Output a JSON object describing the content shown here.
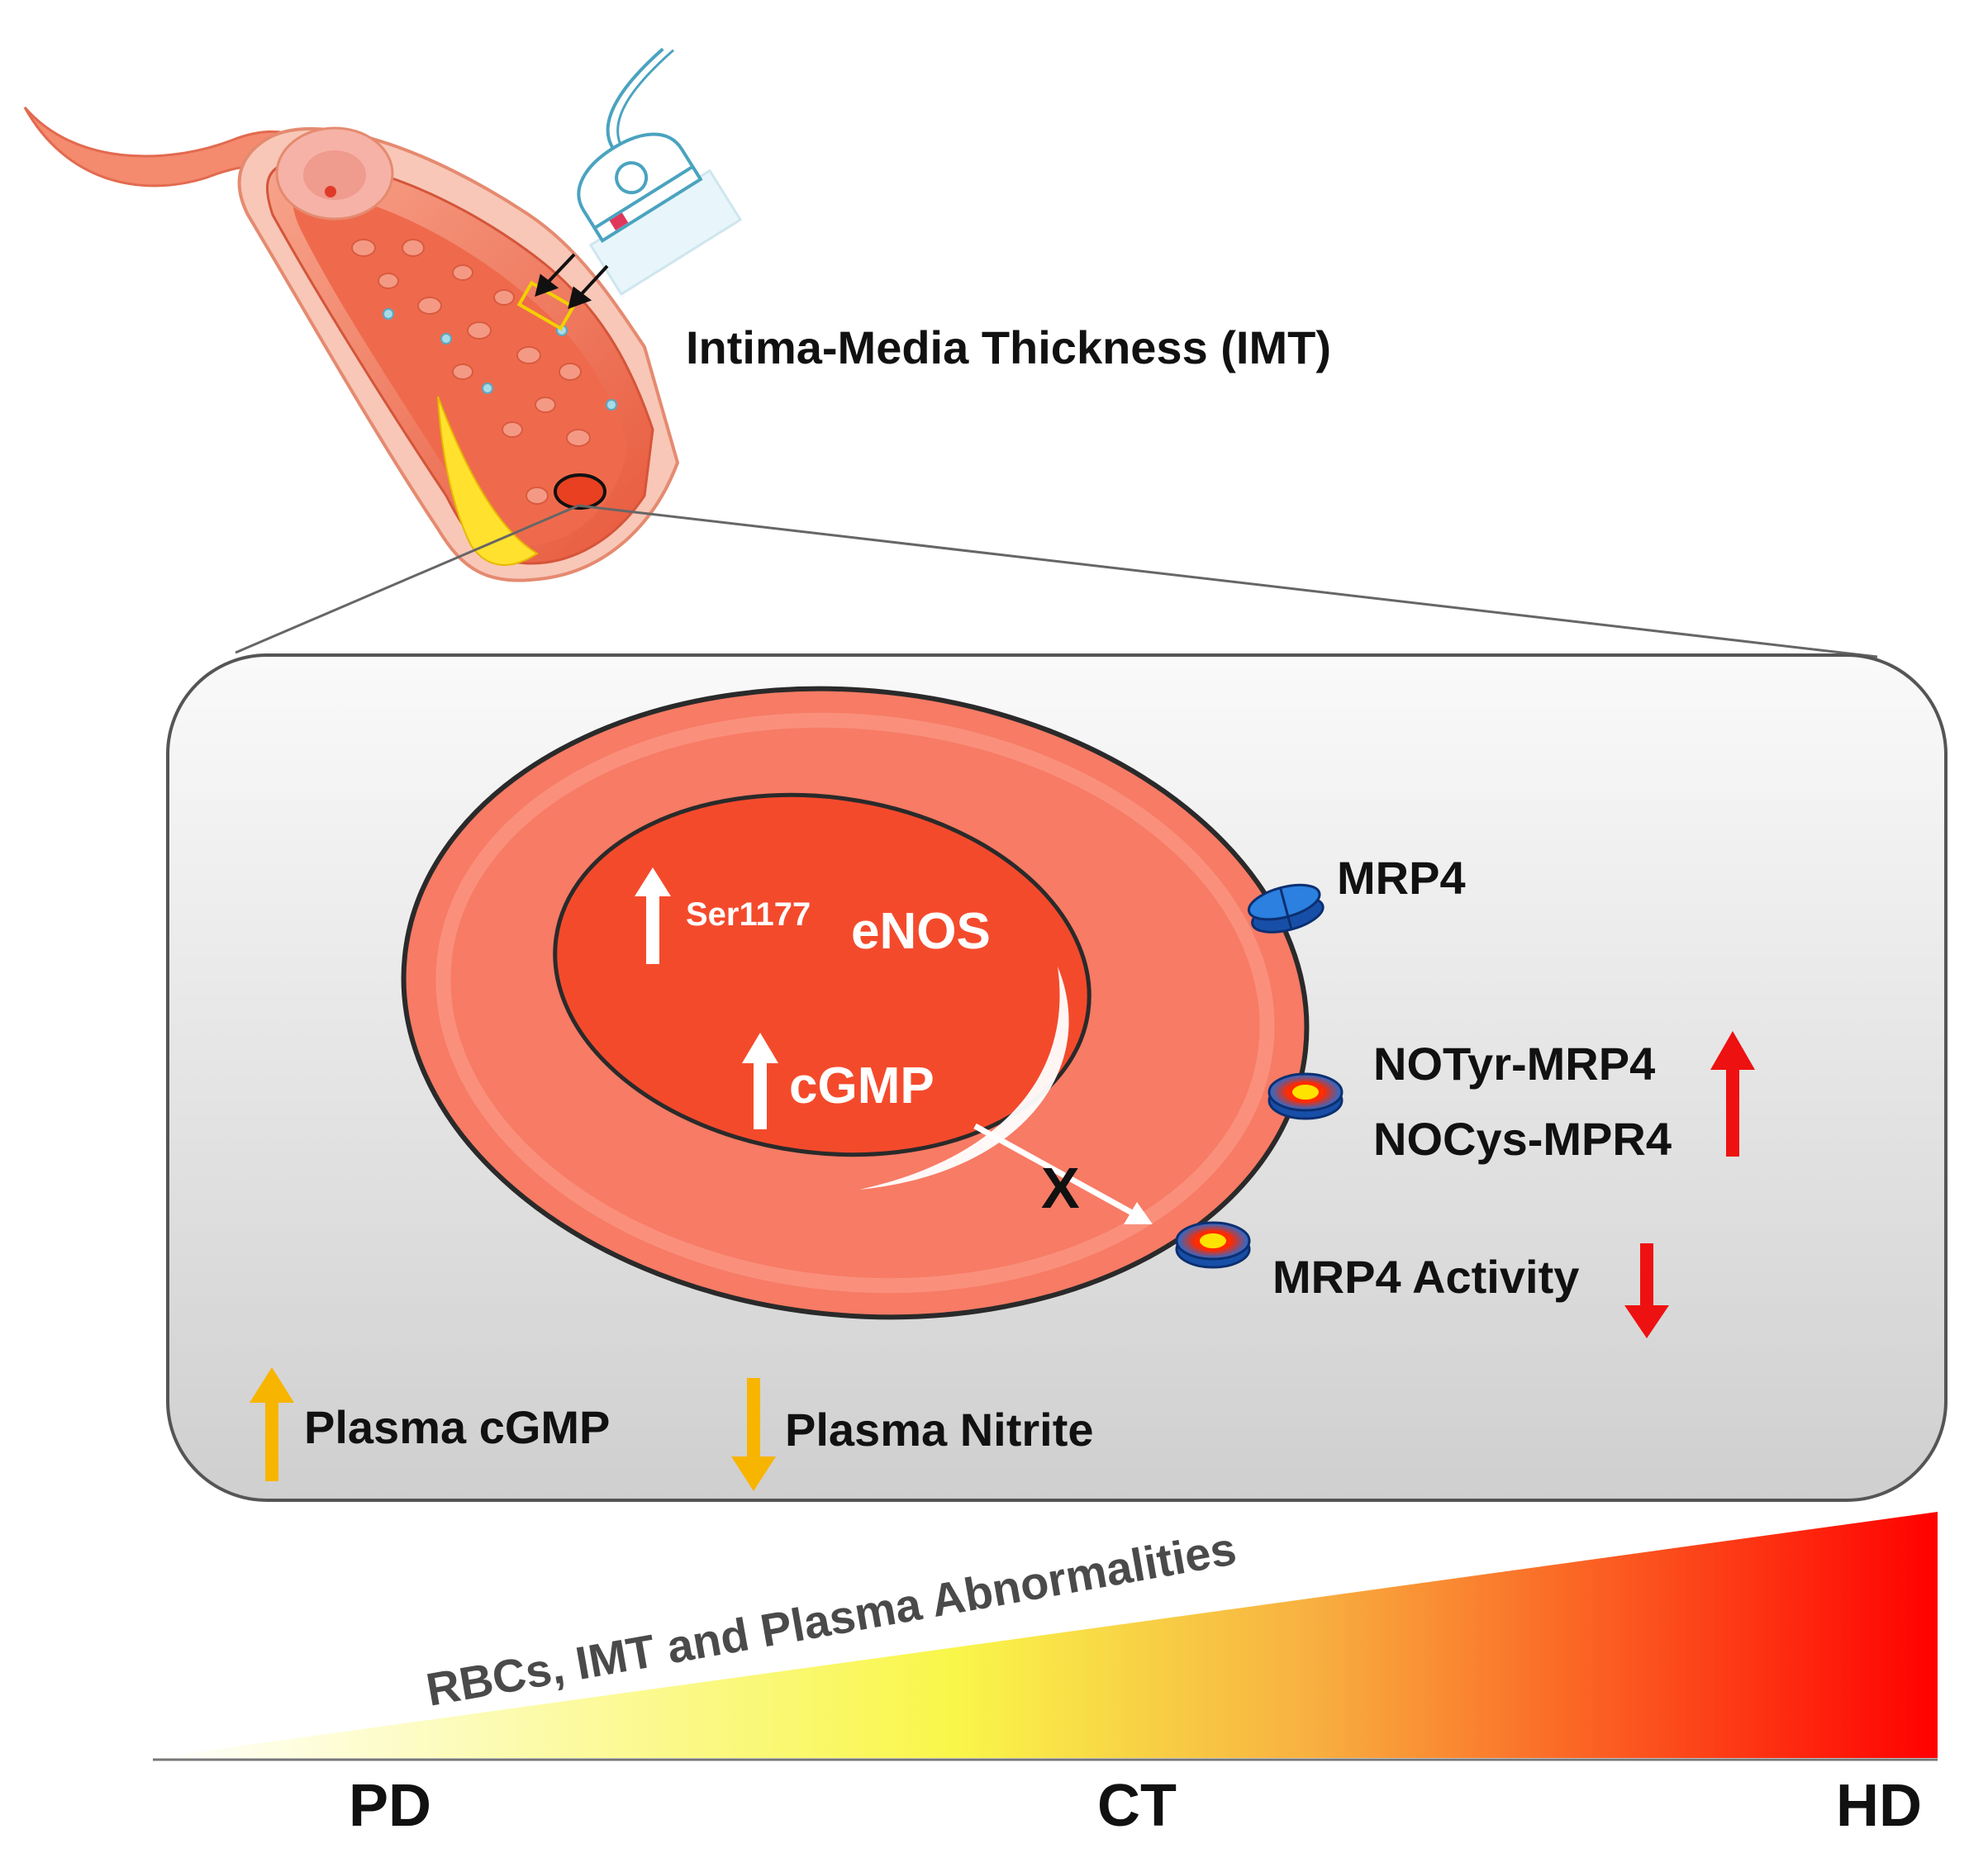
{
  "labels": {
    "imt": "Intima-Media Thickness (IMT)",
    "mrp4": "MRP4",
    "notyr": "NOTyr-MRP4",
    "nocys": "NOCys-MPR4",
    "mrp4_activity": "MRP4 Activity",
    "ser1177": "Ser1177",
    "enos": "eNOS",
    "cgmp": "cGMP",
    "block_x": "X",
    "plasma_cgmp": "Plasma cGMP",
    "plasma_nitrite": "Plasma Nitrite",
    "gradient": "RBCs, IMT and Plasma Abnormalities"
  },
  "scale": {
    "left": "PD",
    "middle": "CT",
    "right": "HD"
  },
  "colors": {
    "rbc_outer": "#f77b65",
    "rbc_inner": "#f44a2c",
    "up_arrow_red": "#ee1111",
    "plasma_arrow": "#f7b500",
    "gradient_start": "#ffffff",
    "gradient_mid": "#f9f64a",
    "gradient_end": "#ff0000",
    "transporter": "#1f6fd8"
  }
}
